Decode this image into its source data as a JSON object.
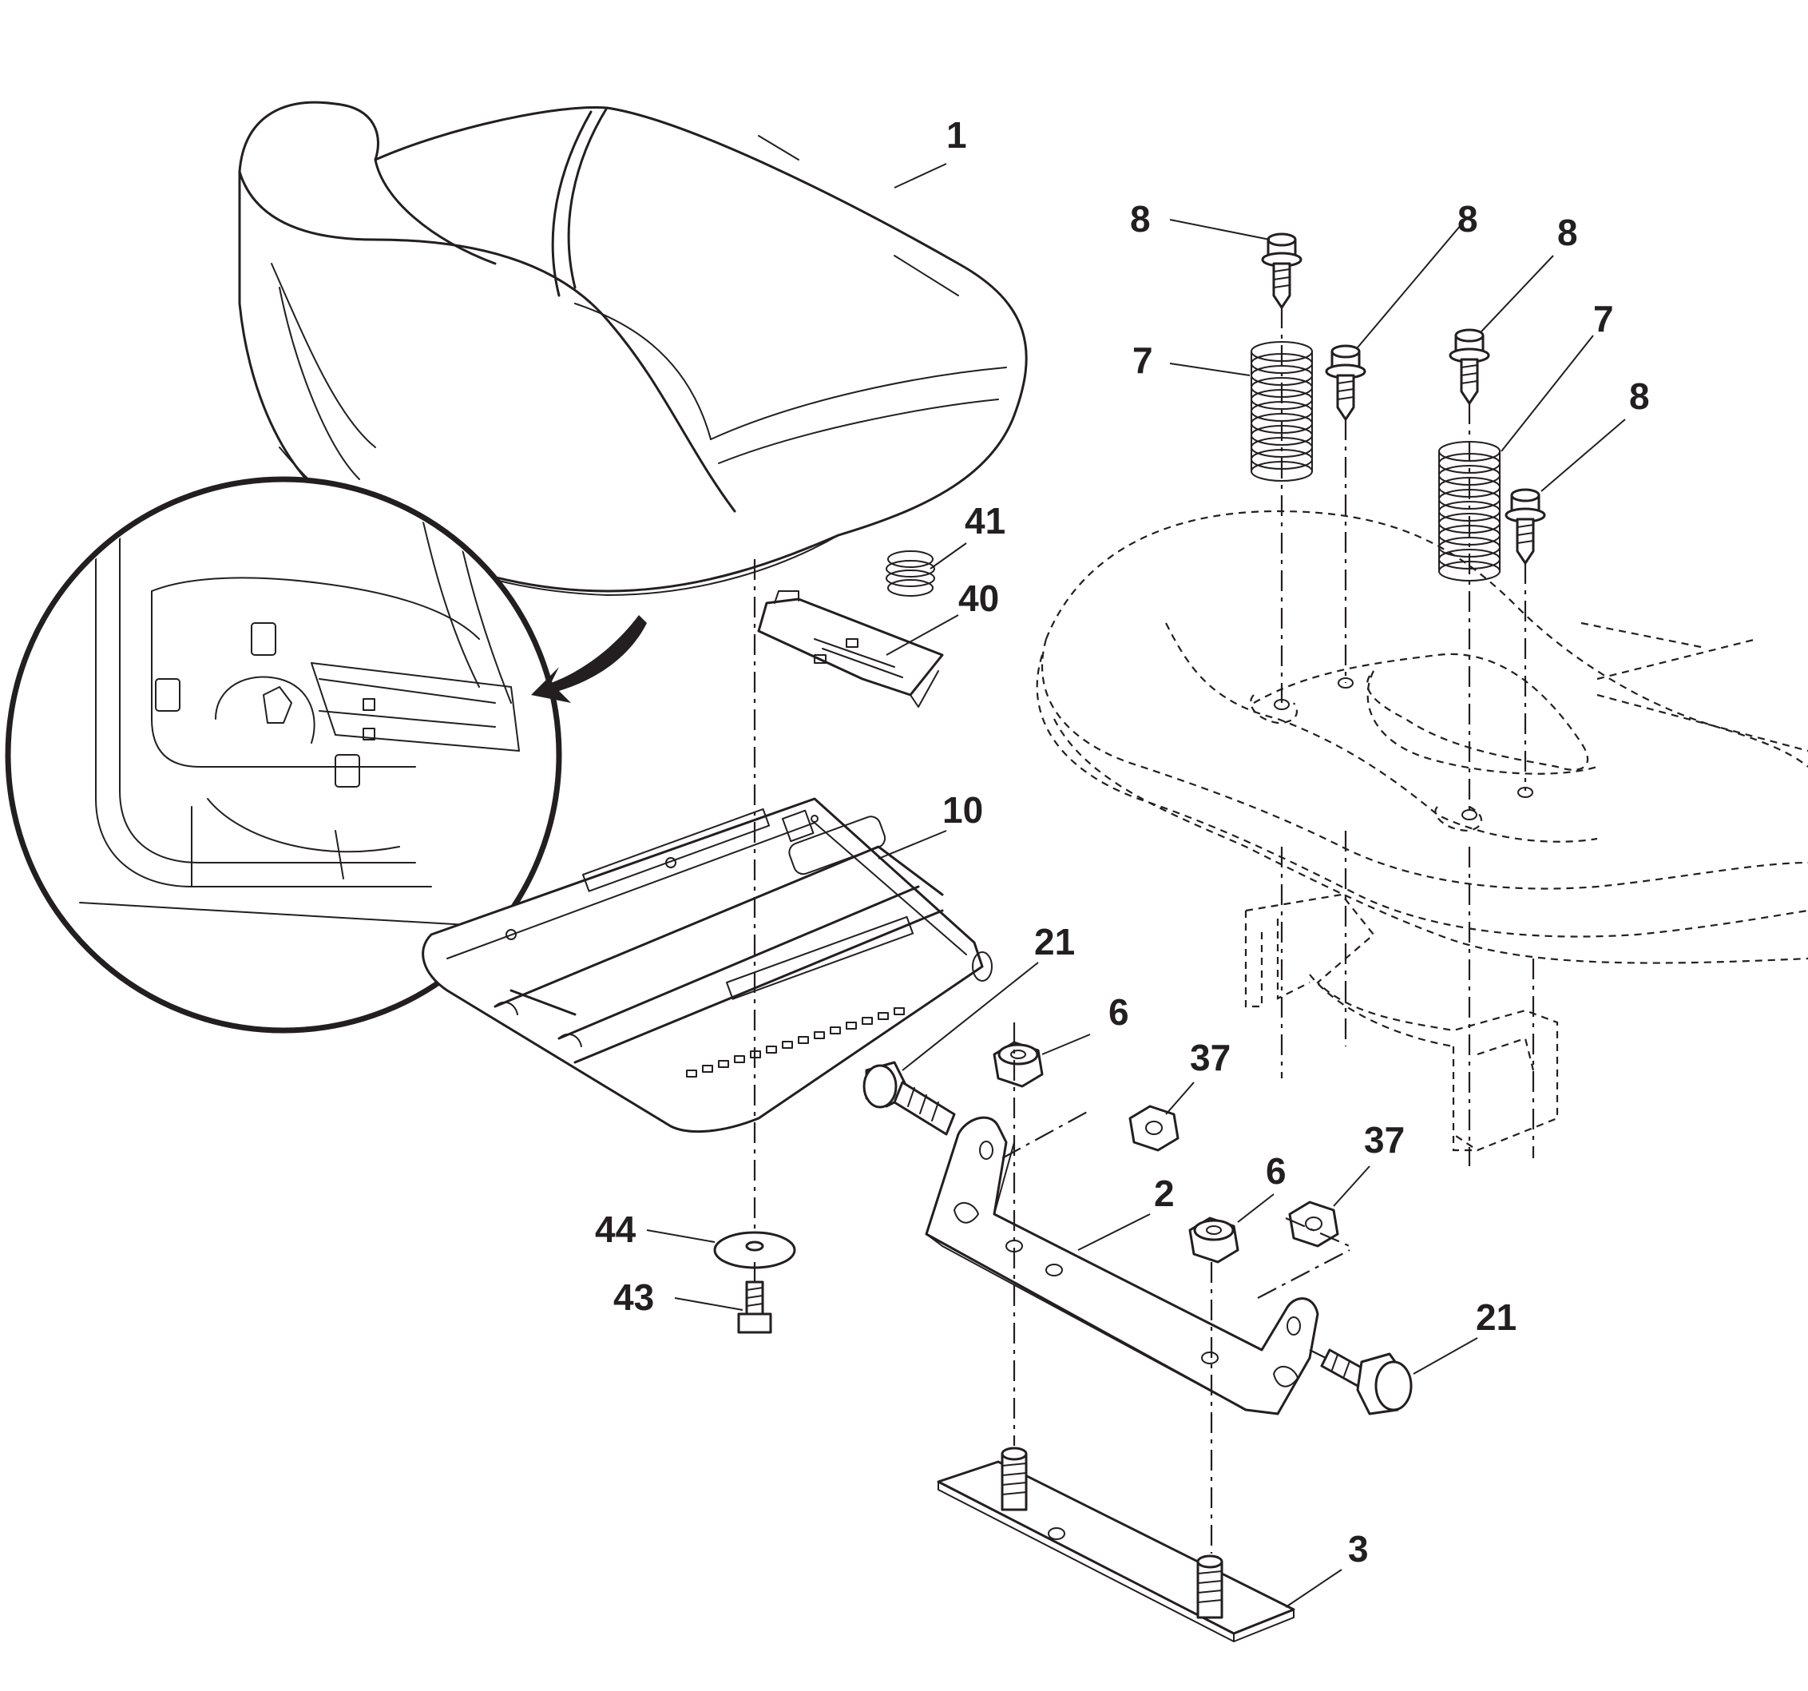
{
  "diagram": {
    "callouts": [
      {
        "id": "seat",
        "label": "1"
      },
      {
        "id": "bolt-a",
        "label": "8"
      },
      {
        "id": "bolt-b",
        "label": "8"
      },
      {
        "id": "bolt-c",
        "label": "8"
      },
      {
        "id": "bolt-d",
        "label": "8"
      },
      {
        "id": "spring-left",
        "label": "7"
      },
      {
        "id": "spring-right",
        "label": "7"
      },
      {
        "id": "small-spring",
        "label": "41"
      },
      {
        "id": "latch-plate",
        "label": "40"
      },
      {
        "id": "seat-pan",
        "label": "10"
      },
      {
        "id": "pivot-bolt-left",
        "label": "21"
      },
      {
        "id": "pivot-bolt-right",
        "label": "21"
      },
      {
        "id": "locknut-left",
        "label": "6"
      },
      {
        "id": "locknut-right",
        "label": "6"
      },
      {
        "id": "nut-left",
        "label": "37"
      },
      {
        "id": "nut-right",
        "label": "37"
      },
      {
        "id": "bracket",
        "label": "2"
      },
      {
        "id": "washer",
        "label": "44"
      },
      {
        "id": "screw",
        "label": "43"
      },
      {
        "id": "base-plate",
        "label": "3"
      }
    ],
    "colors": {
      "ink": "#231f20",
      "paper": "#ffffff"
    }
  }
}
